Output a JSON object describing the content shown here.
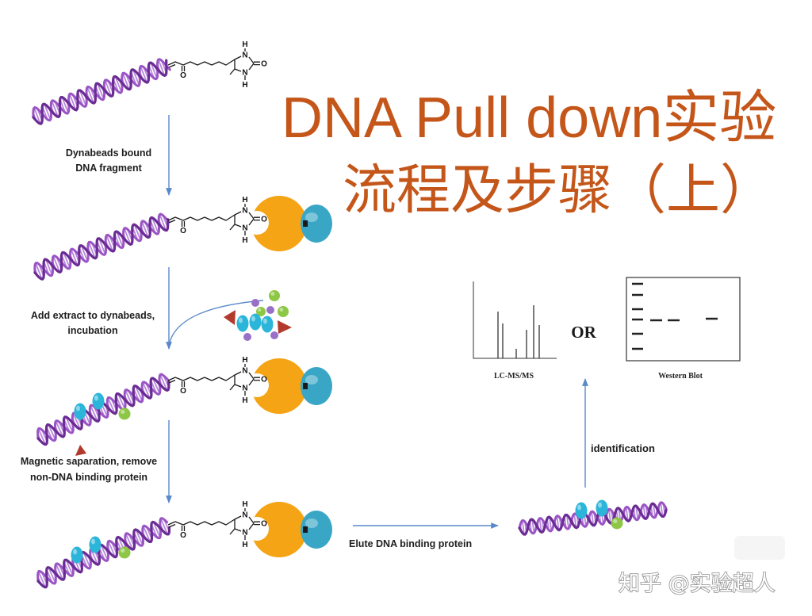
{
  "title": {
    "line1": "DNA Pull down实验",
    "line2": "流程及步骤（上）"
  },
  "steps": {
    "bind_beads": {
      "line1": "Dynabeads bound",
      "line2": "DNA fragment"
    },
    "incubation": {
      "line1": "Add extract to dynabeads,",
      "line2": "incubation"
    },
    "separation": {
      "line1": "Magnetic saparation, remove",
      "line2": "non-DNA binding protein"
    },
    "elute": "Elute DNA binding protein",
    "identification": "identification"
  },
  "biotin_labels": {
    "h": "H",
    "n": "N",
    "o": "O"
  },
  "detection": {
    "lcms_label": "LC-MS/MS",
    "or_label": "OR",
    "western_label": "Western Blot"
  },
  "watermark": "知乎 @实验超人",
  "colors": {
    "title": "#c4561a",
    "dna_strand_dark": "#6a2c92",
    "dna_strand_light": "#9a55c4",
    "dna_base_pair": "#b889dc",
    "streptavidin": "#f4a414",
    "bead": "#3aa6c6",
    "protein_blue": "#2bb5d9",
    "protein_green": "#8ec745",
    "protein_purple": "#9870c8",
    "protein_red": "#b23a2c",
    "arrow": "#5a89c9"
  }
}
